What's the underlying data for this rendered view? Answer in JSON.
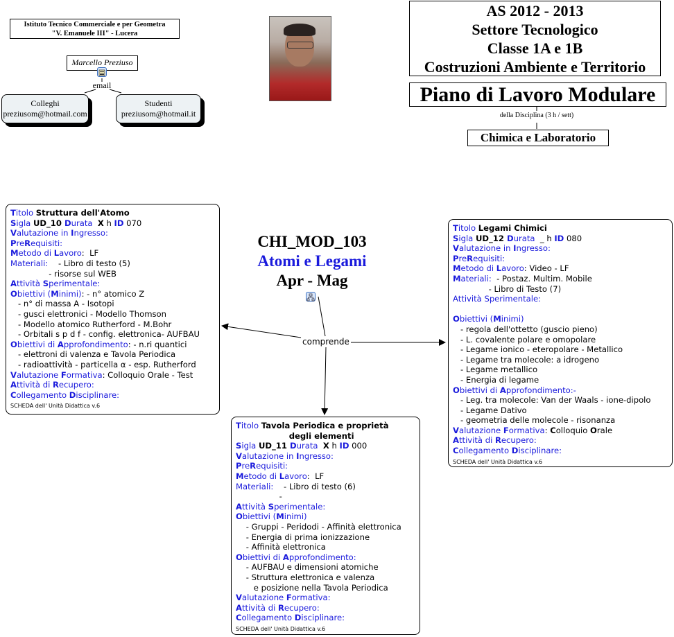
{
  "header": {
    "institute": [
      "Istituto Tecnico Commerciale e per Geometra",
      "\"V. Emanuele III\" - Lucera"
    ],
    "author": "Marcello Preziuso",
    "email_label": "email",
    "contacts": [
      {
        "label": "Colleghi",
        "email": "preziusom@hotmail.com"
      },
      {
        "label": "Studenti",
        "email": "preziusom@hotmail.it"
      }
    ],
    "school_year_block": [
      "AS 2012 - 2013",
      "Settore Tecnologico",
      "Classe 1A e 1B",
      "Costruzioni Ambiente e Territorio"
    ],
    "plan_title": "Piano di Lavoro Modulare",
    "discipline_hours": "della Disciplina (3 h / sett)",
    "discipline": "Chimica e Laboratorio"
  },
  "module": {
    "code": "CHI_MOD_103",
    "title": "Atomi e Legami",
    "period": "Apr - Mag",
    "relation": "comprende",
    "title_color": "#1a1adc"
  },
  "cards": [
    {
      "id": "ud10",
      "lines": [
        [
          [
            "B",
            "T"
          ],
          [
            "b",
            "itolo "
          ],
          [
            "K",
            "Struttura dell'Atomo"
          ]
        ],
        [
          [
            "B",
            "S"
          ],
          [
            "b",
            "igla "
          ],
          [
            "K",
            "UD_10 "
          ],
          [
            "B",
            "D"
          ],
          [
            "b",
            "urata  "
          ],
          [
            "K",
            "X"
          ],
          [
            "k",
            " h "
          ],
          [
            "B",
            "ID"
          ],
          [
            "k",
            " 070"
          ]
        ],
        [
          [
            "B",
            "V"
          ],
          [
            "b",
            "alutazione in "
          ],
          [
            "B",
            "I"
          ],
          [
            "b",
            "ngresso:"
          ]
        ],
        [
          [
            "B",
            "P"
          ],
          [
            "b",
            "re"
          ],
          [
            "B",
            "R"
          ],
          [
            "b",
            "equisiti:"
          ]
        ],
        [
          [
            "B",
            "M"
          ],
          [
            "b",
            "etodo di "
          ],
          [
            "B",
            "L"
          ],
          [
            "b",
            "avoro"
          ],
          [
            "k",
            ":  LF"
          ]
        ],
        [
          [
            "b",
            "Materiali:"
          ],
          [
            "k",
            "    - Libro di testo (5)"
          ]
        ],
        [
          [
            "k",
            "               - risorse sul WEB"
          ]
        ],
        [
          [
            "B",
            "A"
          ],
          [
            "b",
            "ttività "
          ],
          [
            "B",
            "S"
          ],
          [
            "b",
            "perimentale:"
          ]
        ],
        [
          [
            "B",
            "O"
          ],
          [
            "b",
            "biettivi ("
          ],
          [
            "B",
            "M"
          ],
          [
            "b",
            "inimi)"
          ],
          [
            "k",
            ": - n° atomico Z"
          ]
        ],
        [
          [
            "k",
            "   - n° di massa A - Isotopi"
          ]
        ],
        [
          [
            "k",
            "   - gusci elettronici - Modello Thomson"
          ]
        ],
        [
          [
            "k",
            "   - Modello atomico Rutherford - M.Bohr"
          ]
        ],
        [
          [
            "k",
            "   - Orbitali s p d f - config. elettronica- AUFBAU"
          ]
        ],
        [
          [
            "B",
            "O"
          ],
          [
            "b",
            "biettivi di "
          ],
          [
            "B",
            "A"
          ],
          [
            "b",
            "pprofondimento"
          ],
          [
            "k",
            ": - n.ri quantici"
          ]
        ],
        [
          [
            "k",
            "   - elettroni di valenza e Tavola Periodica"
          ]
        ],
        [
          [
            "k",
            "   - radioattività - particella α - esp. Rutherford"
          ]
        ],
        [
          [
            "B",
            "V"
          ],
          [
            "b",
            "alutazione "
          ],
          [
            "B",
            "F"
          ],
          [
            "b",
            "ormativa"
          ],
          [
            "k",
            ": Colloquio Orale - Test"
          ]
        ],
        [
          [
            "B",
            "A"
          ],
          [
            "b",
            "ttività di "
          ],
          [
            "B",
            "R"
          ],
          [
            "b",
            "ecupero:"
          ]
        ],
        [
          [
            "B",
            "C"
          ],
          [
            "b",
            "ollegamento "
          ],
          [
            "B",
            "D"
          ],
          [
            "b",
            "isciplinare:"
          ]
        ],
        [
          [
            "s",
            "SCHEDA dell' Unità Didattica v.6"
          ]
        ]
      ]
    },
    {
      "id": "ud12",
      "lines": [
        [
          [
            "B",
            "T"
          ],
          [
            "b",
            "itolo "
          ],
          [
            "K",
            "Legami Chimici"
          ]
        ],
        [
          [
            "B",
            "S"
          ],
          [
            "b",
            "igla "
          ],
          [
            "K",
            "UD_12 "
          ],
          [
            "B",
            "D"
          ],
          [
            "b",
            "urata  "
          ],
          [
            "k",
            "_ h "
          ],
          [
            "B",
            "ID"
          ],
          [
            "k",
            " 080"
          ]
        ],
        [
          [
            "B",
            "V"
          ],
          [
            "b",
            "alutazione in "
          ],
          [
            "B",
            "I"
          ],
          [
            "b",
            "ngresso:"
          ]
        ],
        [
          [
            "B",
            "P"
          ],
          [
            "b",
            "re"
          ],
          [
            "B",
            "R"
          ],
          [
            "b",
            "equisiti:"
          ]
        ],
        [
          [
            "B",
            "M"
          ],
          [
            "b",
            "etodo di "
          ],
          [
            "B",
            "L"
          ],
          [
            "b",
            "avoro"
          ],
          [
            "k",
            ": Video - LF"
          ]
        ],
        [
          [
            "B",
            "M"
          ],
          [
            "b",
            "ateriali:"
          ],
          [
            "k",
            "  - Postaz. Multim. Mobile"
          ]
        ],
        [
          [
            "k",
            "              - Libro di Testo (7)"
          ]
        ],
        [
          [
            "b",
            "Attività Sperimentale:"
          ]
        ],
        [
          [
            "k",
            ""
          ]
        ],
        [
          [
            "B",
            "O"
          ],
          [
            "b",
            "biettivi ("
          ],
          [
            "B",
            "M"
          ],
          [
            "b",
            "inimi)"
          ]
        ],
        [
          [
            "k",
            "   - regola dell'ottetto (guscio pieno)"
          ]
        ],
        [
          [
            "k",
            "   - L. covalente polare e omopolare"
          ]
        ],
        [
          [
            "k",
            "   - Legame ionico - eteropolare - Metallico"
          ]
        ],
        [
          [
            "k",
            "   - Legame tra molecole: a idrogeno"
          ]
        ],
        [
          [
            "k",
            "   - Legame metallico"
          ]
        ],
        [
          [
            "k",
            "   - Energia di legame"
          ]
        ],
        [
          [
            "B",
            "O"
          ],
          [
            "b",
            "biettivi di "
          ],
          [
            "B",
            "A"
          ],
          [
            "b",
            "pprofondimento:-"
          ]
        ],
        [
          [
            "k",
            "   - Leg. tra molecole: Van der Waals - ione-dipolo"
          ]
        ],
        [
          [
            "k",
            "   - Legame Dativo"
          ]
        ],
        [
          [
            "k",
            "   - geometria delle molecole - risonanza"
          ]
        ],
        [
          [
            "B",
            "V"
          ],
          [
            "b",
            "alutazione "
          ],
          [
            "B",
            "F"
          ],
          [
            "b",
            "ormativa"
          ],
          [
            "k",
            ": "
          ],
          [
            "K",
            "C"
          ],
          [
            "k",
            "olloquio "
          ],
          [
            "K",
            "O"
          ],
          [
            "k",
            "rale"
          ]
        ],
        [
          [
            "B",
            "A"
          ],
          [
            "b",
            "ttività di "
          ],
          [
            "B",
            "R"
          ],
          [
            "b",
            "ecupero:"
          ]
        ],
        [
          [
            "B",
            "C"
          ],
          [
            "b",
            "ollegamento "
          ],
          [
            "B",
            "D"
          ],
          [
            "b",
            "isciplinare:"
          ]
        ],
        [
          [
            "s",
            "SCHEDA dell' Unità Didattica v.6"
          ]
        ]
      ]
    },
    {
      "id": "ud11",
      "lines": [
        [
          [
            "B",
            "T"
          ],
          [
            "b",
            "itolo "
          ],
          [
            "K",
            "Tavola Periodica e proprietà"
          ]
        ],
        [
          [
            "K",
            "                   degli elementi"
          ]
        ],
        [
          [
            "B",
            "S"
          ],
          [
            "b",
            "igla "
          ],
          [
            "K",
            "UD_11 "
          ],
          [
            "B",
            "D"
          ],
          [
            "b",
            "urata  "
          ],
          [
            "K",
            "X"
          ],
          [
            "k",
            " h "
          ],
          [
            "B",
            "ID"
          ],
          [
            "k",
            " 000"
          ]
        ],
        [
          [
            "B",
            "V"
          ],
          [
            "b",
            "alutazione in "
          ],
          [
            "B",
            "I"
          ],
          [
            "b",
            "ngresso:"
          ]
        ],
        [
          [
            "B",
            "P"
          ],
          [
            "b",
            "re"
          ],
          [
            "B",
            "R"
          ],
          [
            "b",
            "equisiti:"
          ]
        ],
        [
          [
            "B",
            "M"
          ],
          [
            "b",
            "etodo di "
          ],
          [
            "B",
            "L"
          ],
          [
            "b",
            "avoro"
          ],
          [
            "k",
            ":  LF"
          ]
        ],
        [
          [
            "b",
            "Materiali:"
          ],
          [
            "k",
            "    - Libro di testo (6)"
          ]
        ],
        [
          [
            "k",
            "                 -"
          ]
        ],
        [
          [
            "B",
            "A"
          ],
          [
            "b",
            "ttività "
          ],
          [
            "B",
            "S"
          ],
          [
            "b",
            "perimentale:"
          ]
        ],
        [
          [
            "B",
            "O"
          ],
          [
            "b",
            "biettivi ("
          ],
          [
            "B",
            "M"
          ],
          [
            "b",
            "inimi)"
          ]
        ],
        [
          [
            "k",
            "    - Gruppi - Peridodi - Affinità elettronica"
          ]
        ],
        [
          [
            "k",
            "    - Energia di prima ionizzazione"
          ]
        ],
        [
          [
            "k",
            "    - Affinità elettronica"
          ]
        ],
        [
          [
            "B",
            "O"
          ],
          [
            "b",
            "biettivi di "
          ],
          [
            "B",
            "A"
          ],
          [
            "b",
            "pprofondimento:"
          ]
        ],
        [
          [
            "k",
            "    - AUFBAU e dimensioni atomiche"
          ]
        ],
        [
          [
            "k",
            "    - Struttura elettronica e valenza"
          ]
        ],
        [
          [
            "k",
            "       e posizione nella Tavola Periodica"
          ]
        ],
        [
          [
            "B",
            "V"
          ],
          [
            "b",
            "alutazione "
          ],
          [
            "B",
            "F"
          ],
          [
            "b",
            "ormativa:"
          ]
        ],
        [
          [
            "B",
            "A"
          ],
          [
            "b",
            "ttività di "
          ],
          [
            "B",
            "R"
          ],
          [
            "b",
            "ecupero:"
          ]
        ],
        [
          [
            "B",
            "C"
          ],
          [
            "b",
            "ollegamento "
          ],
          [
            "B",
            "D"
          ],
          [
            "b",
            "isciplinare:"
          ]
        ],
        [
          [
            "s",
            "SCHEDA dell' Unità Didattica v.6"
          ]
        ]
      ]
    }
  ]
}
